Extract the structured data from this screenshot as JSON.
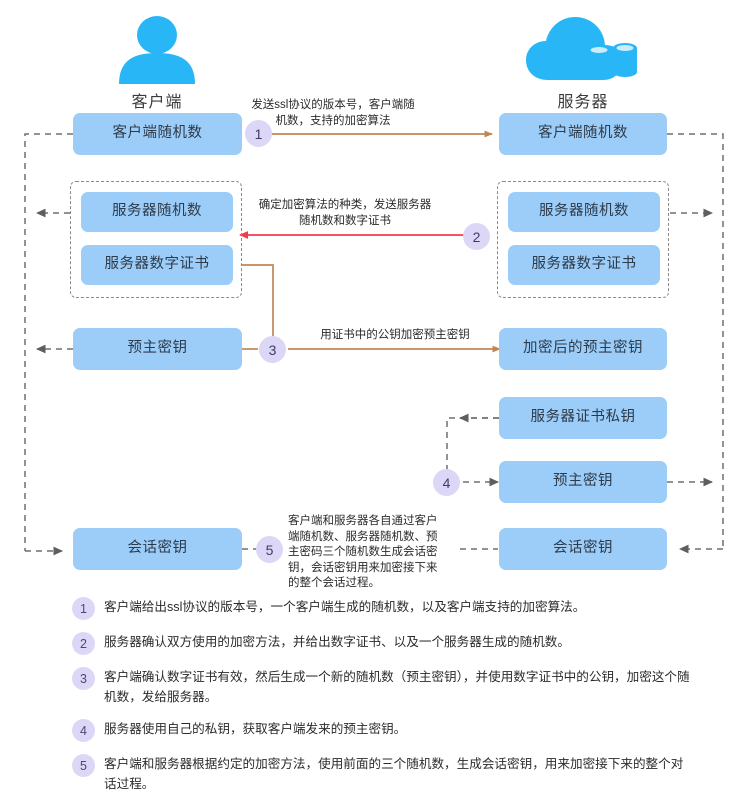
{
  "endpoints": {
    "client": {
      "label": "客户端",
      "icon": "user-icon"
    },
    "server": {
      "label": "服务器",
      "icon": "cloud-server-icon"
    }
  },
  "colors": {
    "node_fill": "#9bcdf8",
    "step_bubble": "#ddd7f7",
    "icon_blue": "#29b6f6",
    "arrow_brown": "#c08a5e",
    "arrow_red": "#f4394b",
    "arrow_gray": "#6e6e6e",
    "dashed_border": "#8a8a8a"
  },
  "client_nodes": [
    {
      "id": "client-random-left",
      "label": "客户端随机数"
    },
    {
      "id": "server-random-left",
      "label": "服务器随机数"
    },
    {
      "id": "server-cert-left",
      "label": "服务器数字证书"
    },
    {
      "id": "premaster-left",
      "label": "预主密钥"
    },
    {
      "id": "session-key-left",
      "label": "会话密钥"
    }
  ],
  "server_nodes": [
    {
      "id": "client-random-right",
      "label": "客户端随机数"
    },
    {
      "id": "server-random-right",
      "label": "服务器随机数"
    },
    {
      "id": "server-cert-right",
      "label": "服务器数字证书"
    },
    {
      "id": "encrypted-premaster-right",
      "label": "加密后的预主密钥"
    },
    {
      "id": "server-privkey-right",
      "label": "服务器证书私钥"
    },
    {
      "id": "premaster-right",
      "label": "预主密钥"
    },
    {
      "id": "session-key-right",
      "label": "会话密钥"
    }
  ],
  "steps": [
    {
      "num": "1",
      "caption": "发送ssl协议的版本号，客户端随机数，支持的加密算法"
    },
    {
      "num": "2",
      "caption": "确定加密算法的种类，发送服务器随机数和数字证书"
    },
    {
      "num": "3",
      "caption": "用证书中的公钥加密预主密钥"
    },
    {
      "num": "4",
      "caption": ""
    },
    {
      "num": "5",
      "caption": "客户端和服务器各自通过客户端随机数、服务器随机数、预主密码三个随机数生成会话密钥，会话密钥用来加密接下来的整个会话过程。"
    }
  ],
  "legend": [
    {
      "num": "1",
      "text": "客户端给出ssl协议的版本号，一个客户端生成的随机数，以及客户端支持的加密算法。"
    },
    {
      "num": "2",
      "text": "服务器确认双方使用的加密方法，并给出数字证书、以及一个服务器生成的随机数。"
    },
    {
      "num": "3",
      "text": "客户端确认数字证书有效，然后生成一个新的随机数（预主密钥），并使用数字证书中的公钥，加密这个随机数，发给服务器。"
    },
    {
      "num": "4",
      "text": " 服务器使用自己的私钥，获取客户端发来的预主密钥。"
    },
    {
      "num": "5",
      "text": "客户端和服务器根据约定的加密方法，使用前面的三个随机数，生成会话密钥，用来加密接下来的整个对话过程。"
    }
  ]
}
